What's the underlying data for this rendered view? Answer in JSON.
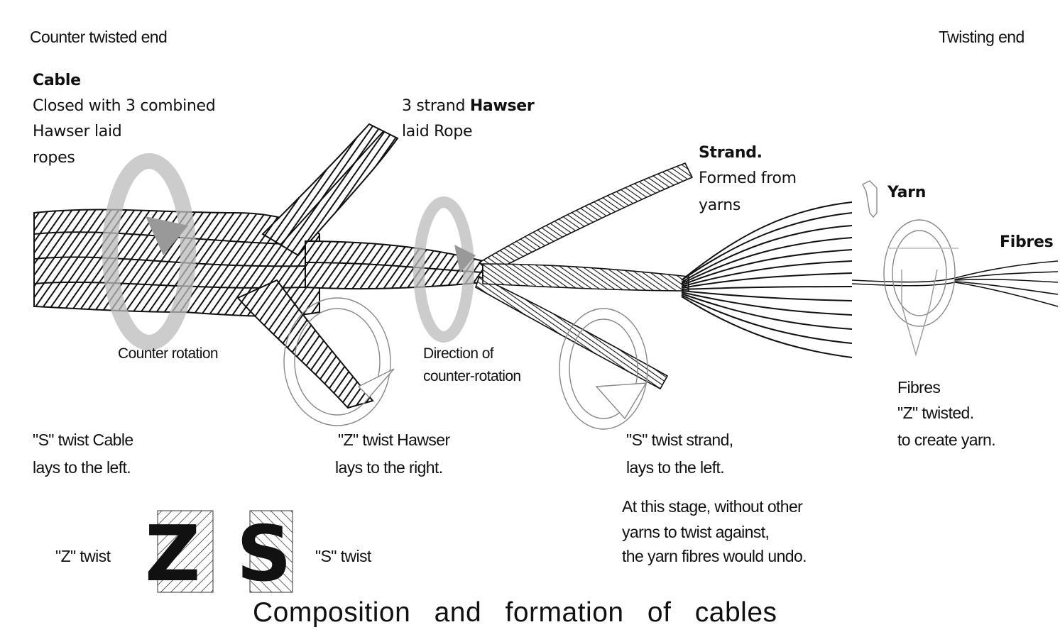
{
  "ends": {
    "left": "Counter twisted end",
    "right": "Twisting end"
  },
  "cable": {
    "title": "Cable",
    "line1": "Closed with 3 combined",
    "line2": "Hawser laid",
    "line3": "ropes"
  },
  "hawser": {
    "prefix": "3 strand ",
    "bold": "Hawser",
    "line2": "laid Rope"
  },
  "strand": {
    "title": "Strand.",
    "line1": "Formed from",
    "line2": "yarns"
  },
  "yarn": {
    "title": "Yarn"
  },
  "fibres": {
    "title": "Fibres"
  },
  "rotations": {
    "counter": "Counter rotation",
    "direction1": "Direction of",
    "direction2": "counter-rotation"
  },
  "twists": {
    "s_cable_1": "\"S\" twist Cable",
    "s_cable_2": "lays to the left.",
    "z_hawser_1": "\"Z\" twist Hawser",
    "z_hawser_2": "lays to the right.",
    "s_strand_1": "\"S\" twist strand,",
    "s_strand_2": "lays to the left.",
    "fibres_1": "Fibres",
    "fibres_2": "\"Z\" twisted.",
    "fibres_3": "to create yarn."
  },
  "note": {
    "line1": "At this stage, without other",
    "line2": "yarns to twist against,",
    "line3": "the yarn fibres would undo."
  },
  "legend": {
    "z_label": "\"Z\" twist",
    "s_label": "\"S\" twist",
    "z_letter": "Z",
    "s_letter": "S"
  },
  "caption": "Composition and formation of cables"
}
